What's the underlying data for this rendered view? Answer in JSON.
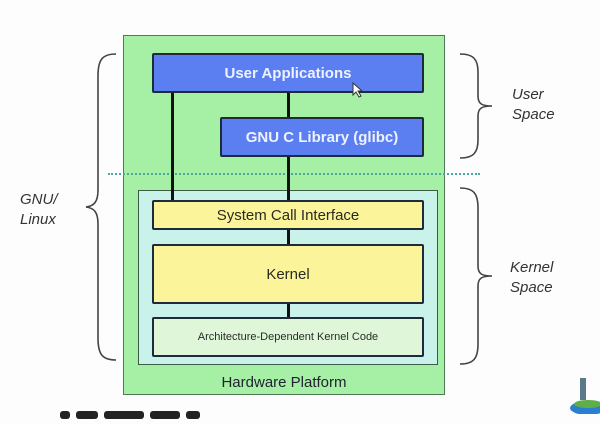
{
  "diagram": {
    "title": "GNU/Linux architecture",
    "boxes": {
      "user_applications": "User Applications",
      "glibc": "GNU C Library (glibc)",
      "system_call_interface": "System Call Interface",
      "kernel": "Kernel",
      "arch_code": "Architecture-Dependent Kernel Code",
      "hardware_platform": "Hardware Platform"
    },
    "labels": {
      "gnu_linux": [
        "GNU/",
        "Linux"
      ],
      "user_space": [
        "User",
        "Space"
      ],
      "kernel_space": [
        "Kernel",
        "Space"
      ]
    },
    "colors": {
      "user_box": "#5b7ff0",
      "kernel_box": "#fbf49a",
      "arch_box": "#dff7d8",
      "outer_bg": "#a6f0a6",
      "kernel_space_bg": "#c9f2ea",
      "divider": "#4aa8a0"
    }
  }
}
